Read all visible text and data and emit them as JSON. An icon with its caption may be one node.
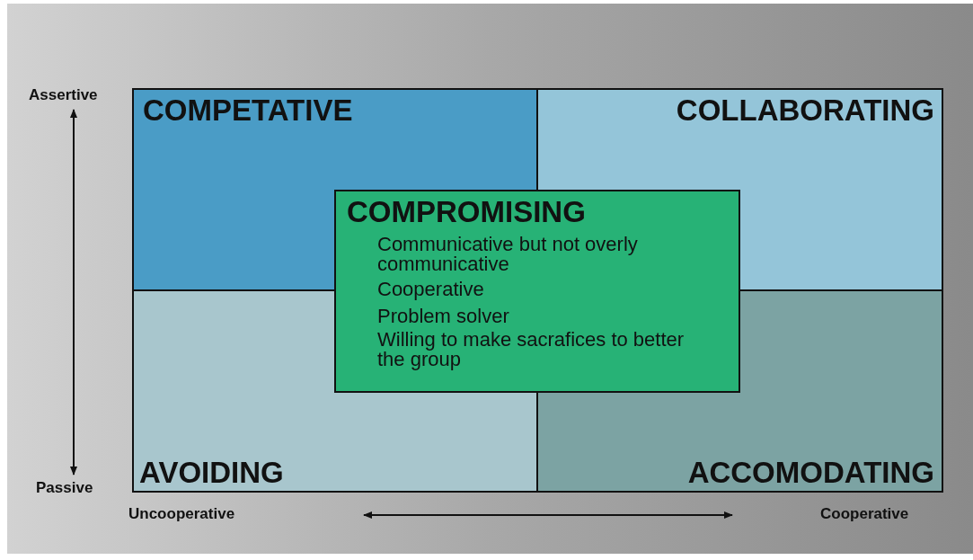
{
  "diagram": {
    "nodes": [
      {
        "text": [
          "COMPETATIVE"
        ]
      },
      {
        "text": [
          "COLLABORATING"
        ]
      },
      {
        "text": [
          "AVOIDING"
        ]
      },
      {
        "text": [
          "ACCOMODATING"
        ]
      },
      {
        "text": [
          "COMPROMISING",
          "Communicative but not overly communicative",
          "Cooperative",
          "Problem solver",
          "Willing to make sacrafices to better the group"
        ]
      }
    ],
    "edges": [],
    "labels": [
      "Assertive",
      "Passive",
      "Uncooperative",
      "Cooperative"
    ]
  }
}
